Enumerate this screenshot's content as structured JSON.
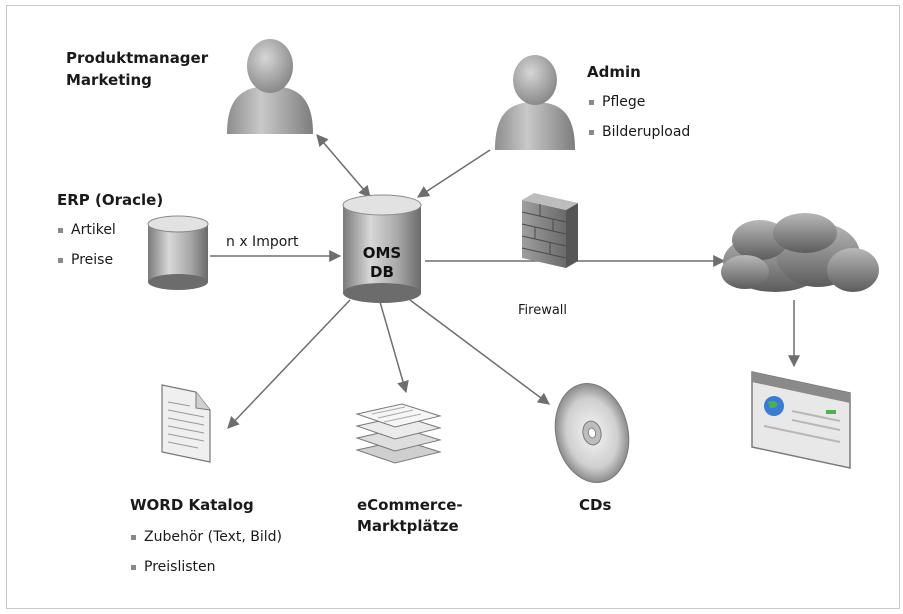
{
  "nodes": {
    "produktmanager": {
      "title_line1": "Produktmanager",
      "title_line2": "Marketing"
    },
    "admin": {
      "title": "Admin",
      "items": [
        "Pflege",
        "Bilderupload"
      ]
    },
    "erp": {
      "title": "ERP (Oracle)",
      "items": [
        "Artikel",
        "Preise"
      ]
    },
    "oms": {
      "line1": "OMS",
      "line2": "DB"
    },
    "firewall": {
      "label": "Firewall"
    },
    "word": {
      "title": "WORD Katalog",
      "items": [
        "Zubehör (Text, Bild)",
        "Preislisten"
      ]
    },
    "ecommerce": {
      "line1": "eCommerce-",
      "line2": "Marktplätze"
    },
    "cds": {
      "title": "CDs"
    }
  },
  "edges": {
    "import_label": "n x Import"
  }
}
